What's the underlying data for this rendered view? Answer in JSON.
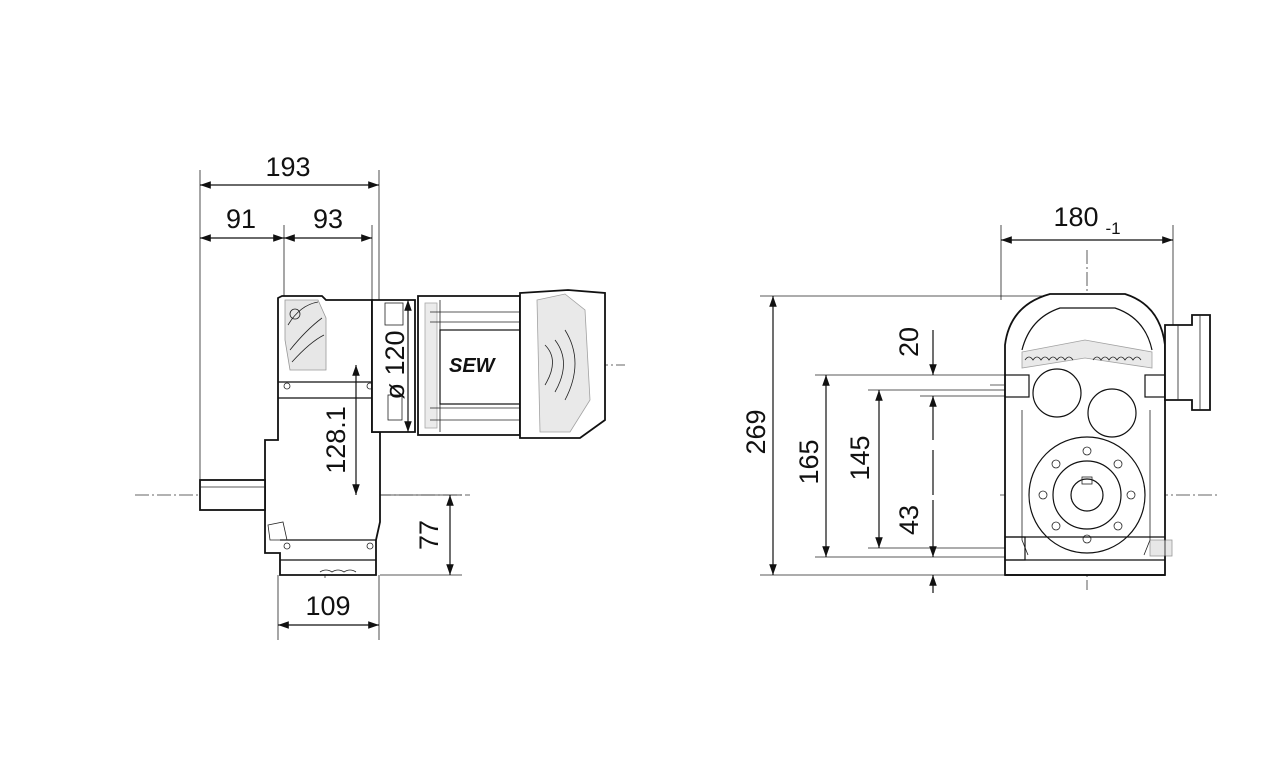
{
  "side_view": {
    "dim_overall_width": "193",
    "dim_shaft_to_center": "91",
    "dim_center_to_motor": "93",
    "dim_motor_diameter": "ø 120",
    "dim_center_height": "128.1",
    "dim_shaft_height": "77",
    "dim_base_width": "109",
    "logo": "SEW"
  },
  "front_view": {
    "dim_width": "180",
    "dim_width_tolerance": "-1",
    "dim_total_height": "269",
    "dim_top_offset": "20",
    "dim_hole_height": "165",
    "dim_hole_spacing": "145",
    "dim_base_to_hole": "43"
  }
}
